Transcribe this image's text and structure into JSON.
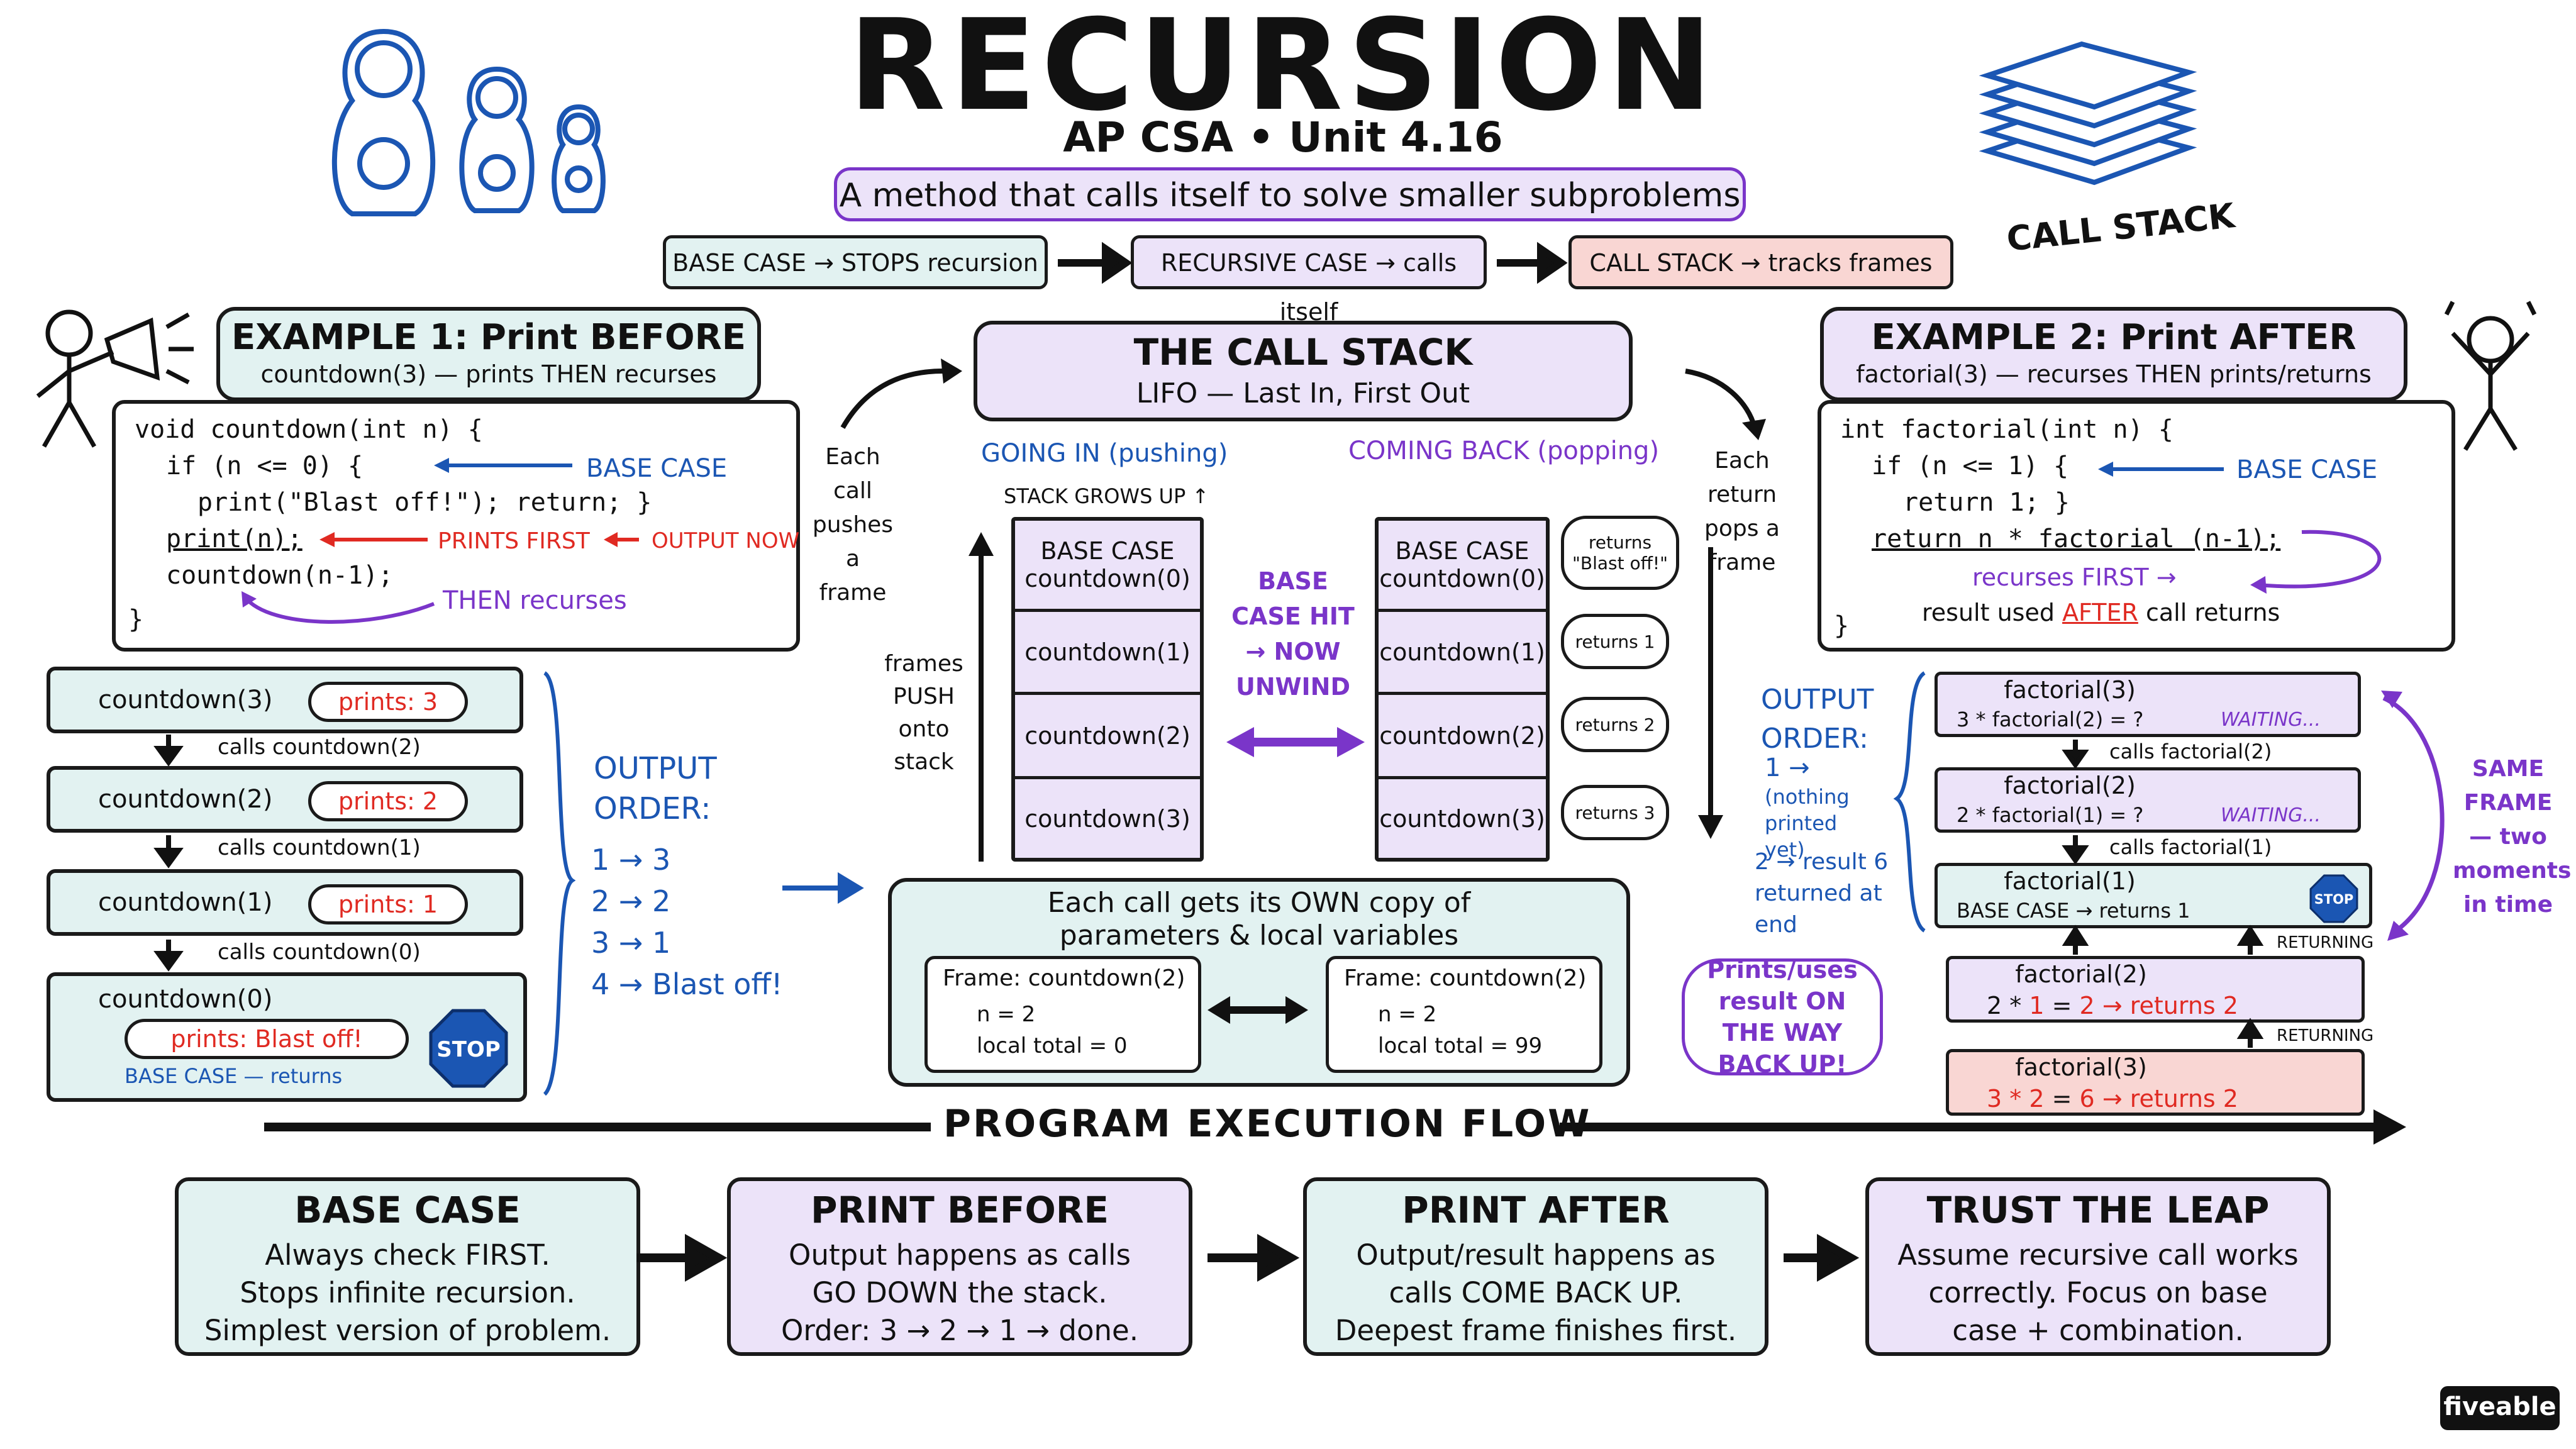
{
  "header": {
    "title": "RECURSION",
    "subtitle": "AP CSA • Unit 4.16",
    "tagline": "A method that calls itself to solve smaller subproblems",
    "call_stack_label": "CALL STACK"
  },
  "concepts": [
    {
      "label": "BASE CASE → STOPS recursion",
      "color": "#e2f2f1"
    },
    {
      "label": "RECURSIVE CASE → calls itself",
      "color": "#ece3f9"
    },
    {
      "label": "CALL STACK → tracks frames",
      "color": "#f9d6d3"
    }
  ],
  "example1": {
    "title": "EXAMPLE 1: Print BEFORE",
    "subtitle": "countdown(3) — prints THEN recurses",
    "code": [
      "void countdown(int n) {",
      "if (n <= 0) {",
      "print(\"Blast off!\"); return; }",
      "print(n);",
      "countdown(n-1);",
      "}"
    ],
    "ann_base": "BASE CASE",
    "ann_prints": "PRINTS FIRST",
    "ann_output": "OUTPUT NOW",
    "ann_then": "THEN recurses",
    "frames": [
      {
        "name": "countdown(3)",
        "bubble": "prints: 3",
        "call": "calls countdown(2)"
      },
      {
        "name": "countdown(2)",
        "bubble": "prints: 2",
        "call": "calls countdown(1)"
      },
      {
        "name": "countdown(1)",
        "bubble": "prints: 1",
        "call": "calls countdown(0)"
      }
    ],
    "base_frame": {
      "name": "countdown(0)",
      "bubble": "prints: Blast off!",
      "note": "BASE CASE — returns",
      "stop": "STOP"
    },
    "output_title": "OUTPUT ORDER:",
    "output": [
      "1 → 3",
      "2 → 2",
      "3 → 1",
      "4 → Blast off!"
    ]
  },
  "callstack": {
    "title": "THE CALL STACK",
    "subtitle": "LIFO — Last In, First Out",
    "going_in": "GOING IN (pushing)",
    "coming_back": "COMING BACK (popping)",
    "grows": "STACK GROWS UP ↑",
    "left_stack": [
      "BASE CASE countdown(0)",
      "countdown(1)",
      "countdown(2)",
      "countdown(3)"
    ],
    "right_stack": [
      "BASE CASE countdown(0)",
      "countdown(1)",
      "countdown(2)",
      "countdown(3)"
    ],
    "returns": [
      "returns \"Blast off!\"",
      "returns 1",
      "returns 2",
      "returns 3"
    ],
    "hit": "BASE CASE HIT → NOW UNWIND",
    "frames_push": "frames PUSH onto stack",
    "each_call": "Each call pushes a frame",
    "each_return": "Each return pops a frame",
    "own_copy_1": "Each call gets its OWN copy of",
    "own_copy_2": "parameters & local variables",
    "frame_a": [
      "Frame: countdown(2)",
      "n = 2",
      "local  total = 0"
    ],
    "frame_b": [
      "Frame: countdown(2)",
      "n = 2",
      "local  total = 99"
    ]
  },
  "example2": {
    "title": "EXAMPLE 2: Print AFTER",
    "subtitle": "factorial(3) — recurses THEN prints/returns",
    "code": [
      "int factorial(int n) {",
      "if (n <= 1) {",
      "return 1; }",
      "return n * factorial (n-1);",
      "}"
    ],
    "ann_base": "BASE CASE",
    "ann_recurses": "recurses FIRST →",
    "ann_result": "result used",
    "ann_after": "AFTER",
    "ann_returns": "call returns",
    "output_title": "OUTPUT ORDER:",
    "output_1": "1 →",
    "output_1_note": "(nothing printed yet)",
    "output_2": "2 → result 6 returned at end",
    "down_frames": [
      {
        "name": "factorial(3)",
        "expr": "3 * factorial(2) = ?",
        "status": "WAITING...",
        "call": "calls factorial(2)"
      },
      {
        "name": "factorial(2)",
        "expr": "2 * factorial(1) = ?",
        "status": "WAITING...",
        "call": "calls factorial(1)"
      }
    ],
    "base_frame": {
      "name": "factorial(1)",
      "expr": "BASE CASE → returns 1",
      "stop": "STOP"
    },
    "up_frames": [
      {
        "name": "factorial(2)",
        "expr_a": "2 * ",
        "expr_b": "1",
        "expr_c": " = ",
        "expr_d": "2",
        "ret": "→ returns 2"
      },
      {
        "name": "factorial(3)",
        "expr_a": "3 * ",
        "expr_b": "2",
        "expr_c": " = ",
        "expr_d": "6",
        "ret": "→ returns 2"
      }
    ],
    "returning": "RETURNING",
    "same_frame": "SAME FRAME — two moments in time",
    "note": "Prints/uses result ON THE WAY BACK UP!"
  },
  "flow": {
    "title": "PROGRAM EXECUTION FLOW",
    "steps": [
      {
        "title": "BASE CASE",
        "lines": [
          "Always check FIRST.",
          "Stops infinite recursion.",
          "Simplest version of problem."
        ],
        "color": "#e2f2f1"
      },
      {
        "title": "PRINT BEFORE",
        "lines": [
          "Output happens as calls",
          "GO DOWN the stack.",
          "Order: 3 → 2 → 1 → done."
        ],
        "color": "#ece3f9"
      },
      {
        "title": "PRINT AFTER",
        "lines": [
          "Output/result happens as",
          "calls COME BACK UP.",
          "Deepest frame finishes first."
        ],
        "color": "#e2f2f1"
      },
      {
        "title": "TRUST THE LEAP",
        "lines": [
          "Assume recursive call works",
          "correctly. Focus on base",
          "case + combination."
        ],
        "color": "#ece3f9"
      }
    ]
  },
  "brand": "fiveable",
  "colors": {
    "teal": "#e2f2f1",
    "purple": "#ece3f9",
    "pink": "#f9d6d3",
    "red": "#e02a22",
    "blue": "#1b56b3",
    "violet": "#7a35c9"
  }
}
